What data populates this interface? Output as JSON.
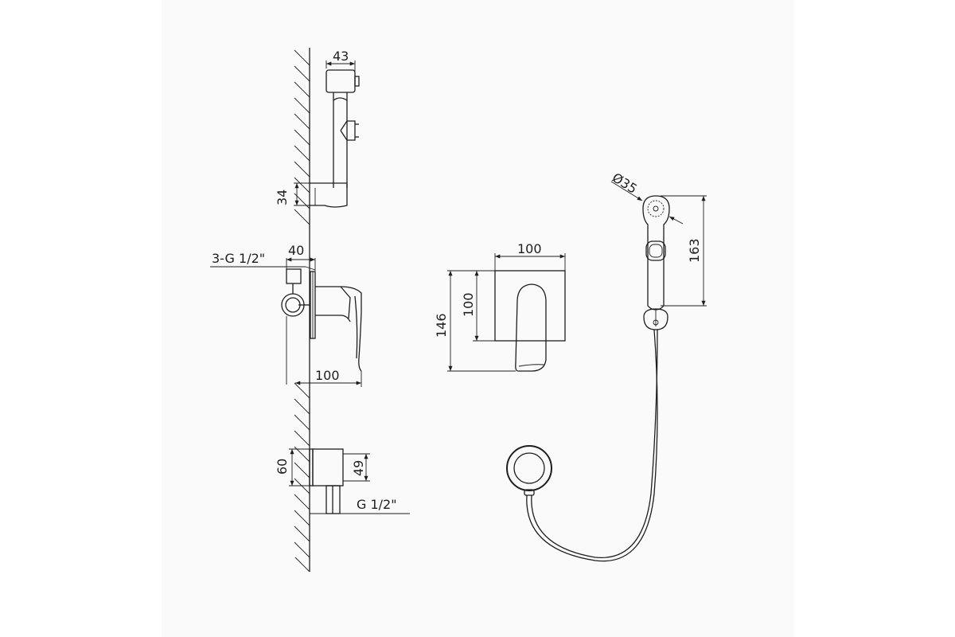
{
  "colors": {
    "line": "#1e1e1e",
    "panel": "#fafafa",
    "background": "#ffffff"
  },
  "dimensions": {
    "holder_width": "43",
    "holder_height": "34",
    "thread_mixer": "3-G 1/2\"",
    "mixer_depth": "40",
    "mixer_projection": "100",
    "plate_width": "100",
    "plate_height": "100",
    "mixer_total_height": "146",
    "handset_diameter": "Ø35",
    "handset_length": "163",
    "outlet_height": "60",
    "outlet_inner_height": "49",
    "thread_outlet": "G 1/2\""
  }
}
